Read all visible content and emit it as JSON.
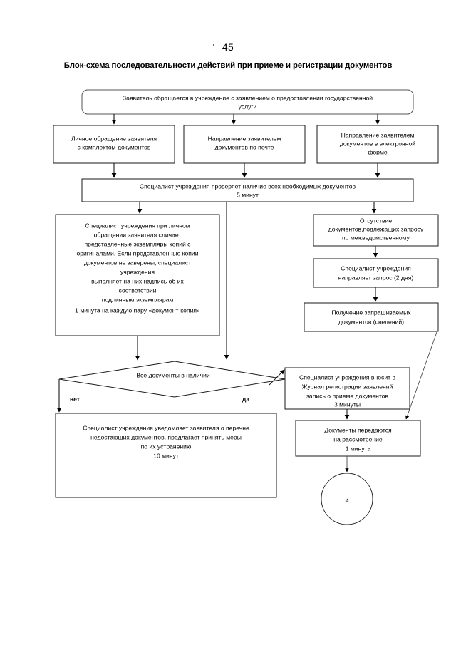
{
  "document": {
    "page_number": "45",
    "title": "Блок-схема последовательности действий при приеме и регистрации документов"
  },
  "chart_data": {
    "type": "diagram",
    "diagram_kind": "flowchart",
    "title": "Блок-схема последовательности действий при приеме и регистрации документов",
    "orientation": "top-to-bottom",
    "nodes": [
      {
        "id": "start",
        "shape": "rounded-rect",
        "lines": [
          "Заявитель обращается в учреждение с заявлением о предоставлении государственной",
          "услуги"
        ]
      },
      {
        "id": "channel-personal",
        "shape": "rect",
        "lines": [
          "Личное обращение заявителя",
          "с комплектом документов"
        ]
      },
      {
        "id": "channel-mail",
        "shape": "rect",
        "lines": [
          "Направление заявителем",
          "документов по почте"
        ]
      },
      {
        "id": "channel-electronic",
        "shape": "rect",
        "lines": [
          "Направление заявителем",
          "документов в электронной",
          "форме"
        ]
      },
      {
        "id": "check-documents",
        "shape": "rect",
        "lines": [
          "Специалист учреждения проверяет наличие всех необходимых документов",
          "5 минут"
        ]
      },
      {
        "id": "compare-copies",
        "shape": "rect",
        "lines": [
          "Специалист учреждения при личном",
          "обращении заявителя сличает",
          "представленные экземпляры копий с",
          "оригиналами. Если представленные копии",
          "документов не заверены, специалист",
          "учреждения",
          "выполняет на них надпись об их",
          "соответствии",
          "подлинным экземплярам",
          "1 минута на каждую пару «документ-копия»"
        ]
      },
      {
        "id": "missing-interdepartmental",
        "shape": "rect",
        "lines": [
          "Отсутствие",
          "документов,подлежащих запросу",
          "по межведомственному"
        ]
      },
      {
        "id": "send-request",
        "shape": "rect",
        "lines": [
          "Специалист учреждения",
          "направляет запрос (2 дня)"
        ]
      },
      {
        "id": "receive-documents",
        "shape": "rect",
        "lines": [
          "Получение запрашиваемых",
          "документов (сведений)"
        ]
      },
      {
        "id": "all-documents-present",
        "shape": "diamond",
        "lines": [
          "Все документы в наличии"
        ]
      },
      {
        "id": "notify-missing",
        "shape": "rect",
        "lines": [
          "Специалист учреждения уведомляет заявителя о перечне",
          "недостающих документов, предлагает принять меры",
          "по их устранению",
          "10 минут"
        ]
      },
      {
        "id": "register-journal",
        "shape": "rect",
        "lines": [
          "Специалист учреждения вносит в",
          "Журнал регистрации заявлений",
          "запись о приеме документов",
          "3 минуты"
        ]
      },
      {
        "id": "transfer-documents",
        "shape": "rect",
        "lines": [
          "Документы передаются",
          "на рассмотрение",
          "1 минута"
        ]
      },
      {
        "id": "connector-2",
        "shape": "circle",
        "lines": [
          "2"
        ]
      }
    ],
    "edges": [
      {
        "from": "start",
        "to": "channel-personal",
        "label": ""
      },
      {
        "from": "start",
        "to": "channel-mail",
        "label": ""
      },
      {
        "from": "start",
        "to": "channel-electronic",
        "label": ""
      },
      {
        "from": "channel-personal",
        "to": "check-documents",
        "label": ""
      },
      {
        "from": "channel-mail",
        "to": "check-documents",
        "label": ""
      },
      {
        "from": "channel-electronic",
        "to": "check-documents",
        "label": ""
      },
      {
        "from": "check-documents",
        "to": "compare-copies",
        "label": ""
      },
      {
        "from": "check-documents",
        "to": "all-documents-present",
        "label": ""
      },
      {
        "from": "check-documents",
        "to": "missing-interdepartmental",
        "label": ""
      },
      {
        "from": "missing-interdepartmental",
        "to": "send-request",
        "label": ""
      },
      {
        "from": "send-request",
        "to": "receive-documents",
        "label": ""
      },
      {
        "from": "compare-copies",
        "to": "all-documents-present",
        "label": ""
      },
      {
        "from": "all-documents-present",
        "to": "notify-missing",
        "label": "нет"
      },
      {
        "from": "all-documents-present",
        "to": "register-journal",
        "label": "да"
      },
      {
        "from": "receive-documents",
        "to": "transfer-documents",
        "label": ""
      },
      {
        "from": "register-journal",
        "to": "transfer-documents",
        "label": ""
      },
      {
        "from": "transfer-documents",
        "to": "connector-2",
        "label": ""
      }
    ],
    "branch_labels": {
      "no": "нет",
      "yes": "да"
    }
  }
}
